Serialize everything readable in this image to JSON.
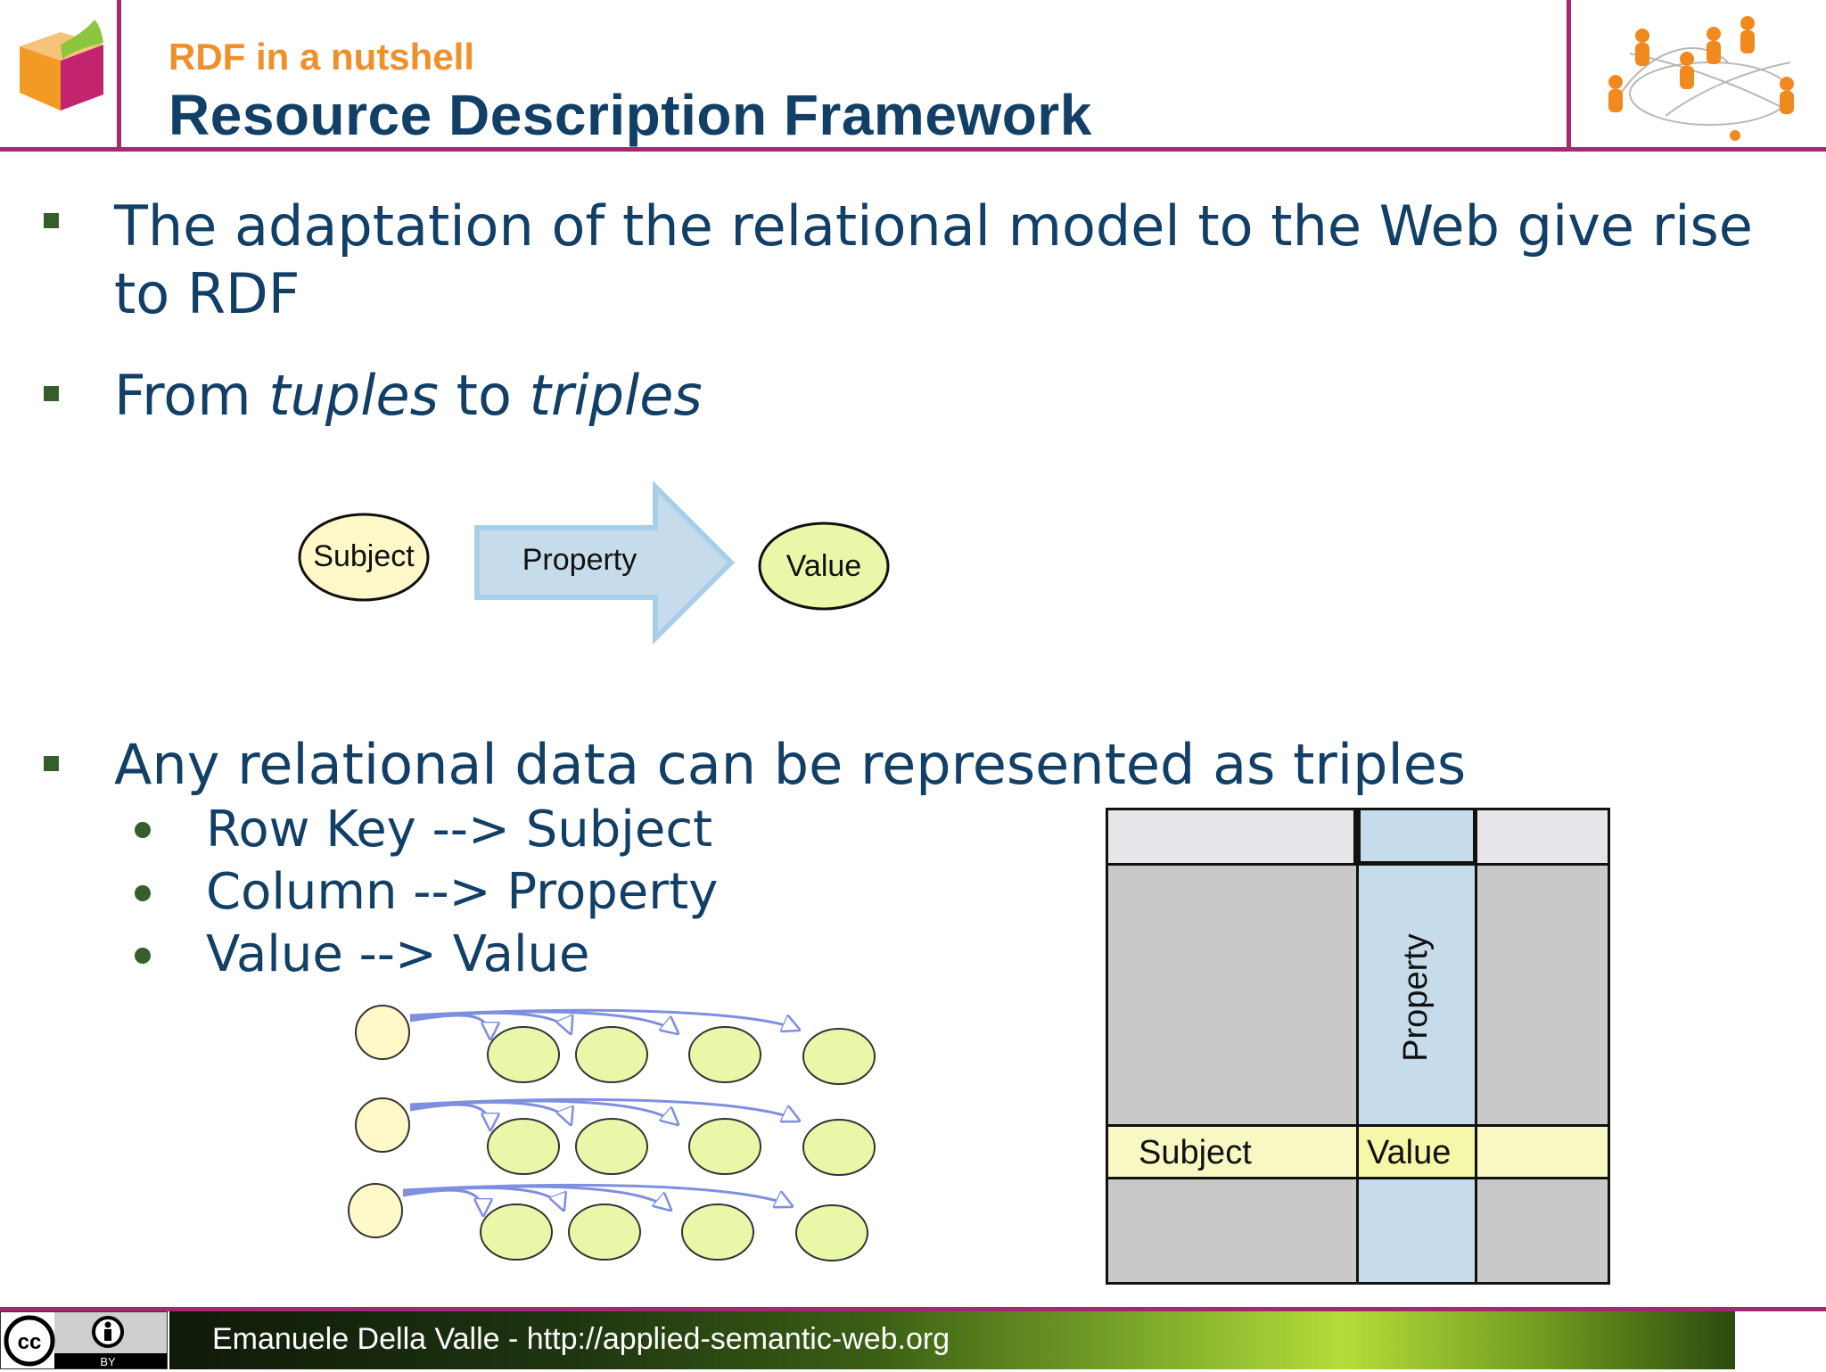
{
  "header": {
    "subtitle": "RDF in a nutshell",
    "title": "Resource Description Framework"
  },
  "bullets": [
    {
      "line1": "The adaptation of the relational model to the Web give rise",
      "line2": "to RDF"
    },
    {
      "pre": "From ",
      "em1": "tuples",
      "mid": " to ",
      "em2": "triples"
    },
    {
      "text": "Any relational data can be represented as triples"
    }
  ],
  "sub_bullets": [
    "Row Key --> Subject",
    "Column --> Property",
    "Value --> Value"
  ],
  "triple_diagram": {
    "subject": "Subject",
    "property": "Property",
    "value": "Value"
  },
  "table_diagram": {
    "property": "Property",
    "subject": "Subject",
    "value": "Value"
  },
  "footer": {
    "text": "Emanuele Della Valle - http://applied-semantic-web.org",
    "cc": "cc",
    "by": "BY"
  },
  "colors": {
    "accent": "#a8276e",
    "title": "#123f66",
    "subtitle": "#f0902a",
    "bullet": "#355e2b",
    "subject_fill": "#fff8c8",
    "value_fill": "#e8f8a8",
    "property_fill": "#c6dcea"
  },
  "icons": [
    "logo-cube-icon",
    "people-network-icon",
    "creative-commons-icon",
    "attribution-icon"
  ]
}
